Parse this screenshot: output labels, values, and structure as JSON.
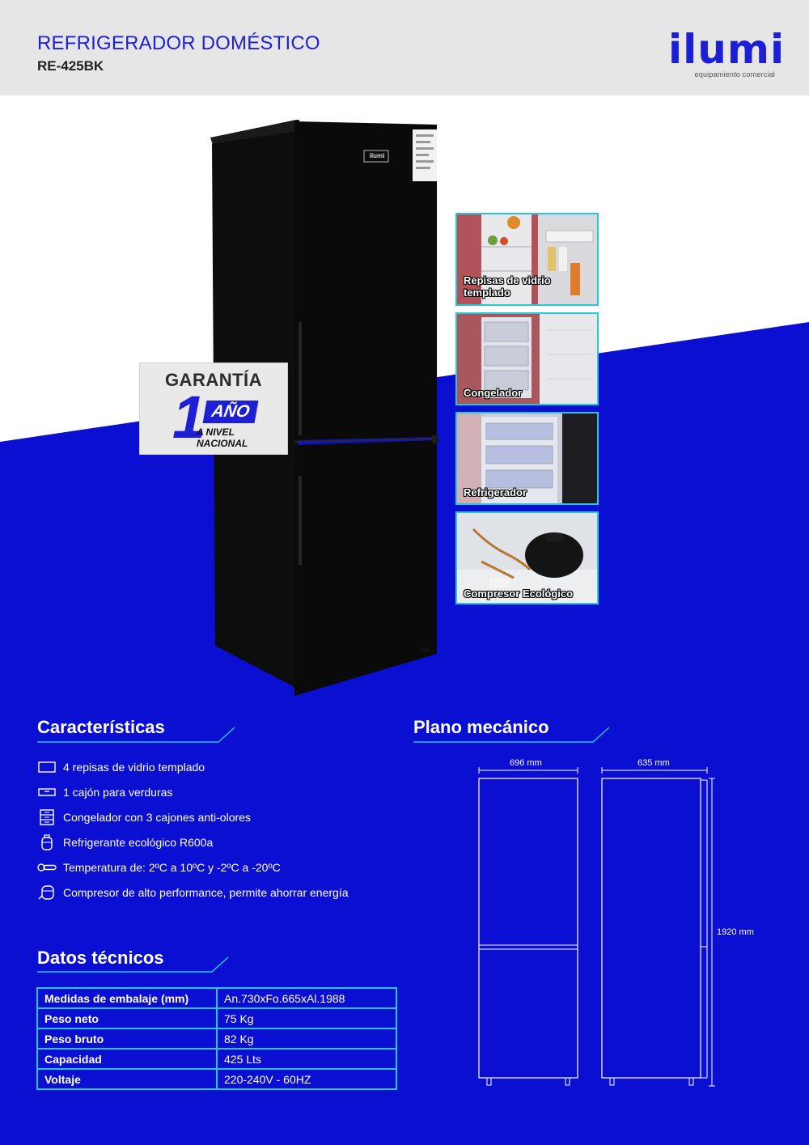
{
  "header": {
    "title": "REFRIGERADOR DOMÉSTICO",
    "model": "RE-425BK",
    "logo_word": "ilumi",
    "logo_sub": "equipamiento comercial"
  },
  "fridge": {
    "badge": "ilumi"
  },
  "warranty": {
    "title": "GARANTÍA",
    "number": "1",
    "unit": "AÑO",
    "line1": "A NIVEL",
    "line2": "NACIONAL"
  },
  "thumbnails": [
    {
      "label_line1": "Repisas de vidrio",
      "label_line2": "templado"
    },
    {
      "label_line1": "Congelador",
      "label_line2": ""
    },
    {
      "label_line1": "Refrigerador",
      "label_line2": ""
    },
    {
      "label_line1": "Compresor Ecológico",
      "label_line2": ""
    }
  ],
  "caracteristicas": {
    "title": "Características",
    "items": [
      {
        "icon": "shelf-icon",
        "text": "4 repisas de vidrio templado"
      },
      {
        "icon": "drawer-icon",
        "text": "1 cajón para verduras"
      },
      {
        "icon": "freezer-drawers-icon",
        "text": "Congelador con 3 cajones anti-olores"
      },
      {
        "icon": "refrigerant-tank-icon",
        "text": "Refrigerante ecológico R600a"
      },
      {
        "icon": "thermometer-icon",
        "text": "Temperatura de: 2ºC a 10ºC y -2ºC a -20ºC"
      },
      {
        "icon": "compressor-icon",
        "text": "Compresor de alto performance, permite ahorrar energía"
      }
    ]
  },
  "datos_tecnicos": {
    "title": "Datos técnicos",
    "rows": [
      {
        "key": "Medidas de embalaje (mm)",
        "value": "An.730xFo.665xAl.1988"
      },
      {
        "key": "Peso neto",
        "value": "75 Kg"
      },
      {
        "key": "Peso bruto",
        "value": "82 Kg"
      },
      {
        "key": "Capacidad",
        "value": "425 Lts"
      },
      {
        "key": "Voltaje",
        "value": "220-240V - 60HZ"
      }
    ]
  },
  "plano": {
    "title": "Plano mecánico",
    "width_label": "696 mm",
    "depth_label": "635 mm",
    "height_label": "1920 mm"
  },
  "colors": {
    "brand_blue": "#1d1fd4",
    "page_blue": "#0b0fd2",
    "accent_cyan": "#27c6d9"
  }
}
